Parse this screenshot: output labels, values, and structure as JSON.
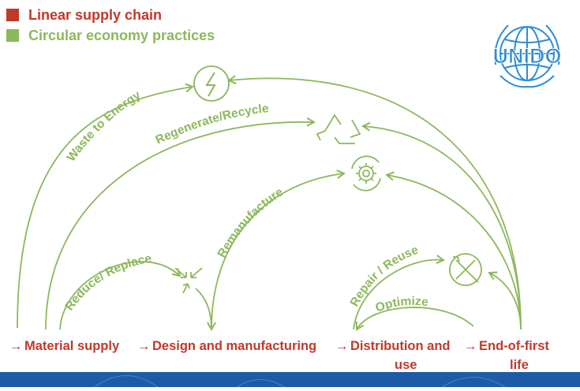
{
  "colors": {
    "linear": "#c0392b",
    "circular": "#8cb85c",
    "logo": "#2f8dd6",
    "footer": "#1d5aa8"
  },
  "legend": {
    "linear_label": "Linear supply chain",
    "circular_label": "Circular economy practices"
  },
  "logo": {
    "text": "UNIDO",
    "icon": "un-emblem-icon"
  },
  "stages": {
    "material_supply": "Material supply",
    "design_manufacturing": "Design and manufacturing",
    "distribution_line1": "Distribution and",
    "distribution_line2": "use",
    "end_line1": "End-of-first",
    "end_line2": "life"
  },
  "practices": {
    "waste_to_energy": "Waste to Energy",
    "regenerate_recycle": "Regenerate/Recycle",
    "remanufacture": "Remanufacture",
    "reduce_replace": "Reduce/ Replace",
    "repair_reuse": "Repair / Reuse",
    "optimize": "Optimize"
  },
  "icons": {
    "energy": "lightning-icon",
    "recycle": "recycle-icon",
    "remanufacture": "gear-cycle-icon",
    "reduce": "compress-arrows-icon",
    "repair": "tools-icon"
  }
}
